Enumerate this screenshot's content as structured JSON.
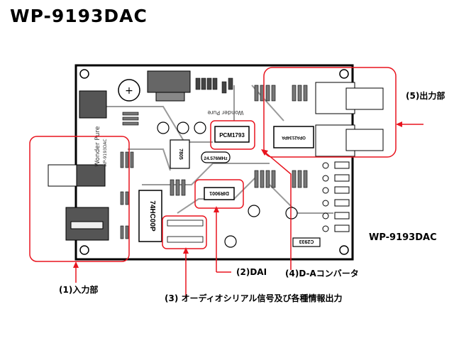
{
  "title": "WP-9193DAC",
  "board_label": "WP-9193DAC",
  "board": {
    "silkscreen": [
      "Wonder Pure",
      "WP-9193DAC"
    ],
    "chips": {
      "dac": "PCM1793",
      "dai": "DIR9001",
      "logic": "74HC00P",
      "crystal": "24.576MHz",
      "opamp": "OPA2134PA",
      "regulator": "7805",
      "transistor": "C2933"
    }
  },
  "callouts": [
    {
      "id": "input",
      "label": "(1)入力部"
    },
    {
      "id": "dai",
      "label": "(2)DAI"
    },
    {
      "id": "serial",
      "label": "(3) オーディオシリアル信号及び各種情報出力"
    },
    {
      "id": "dac",
      "label": "(4)D-Aコンバータ"
    },
    {
      "id": "output",
      "label": "(5)出力部"
    }
  ],
  "colors": {
    "highlight": "#e8141e",
    "board": "#ffffff",
    "trace": "#9a9a9a"
  }
}
